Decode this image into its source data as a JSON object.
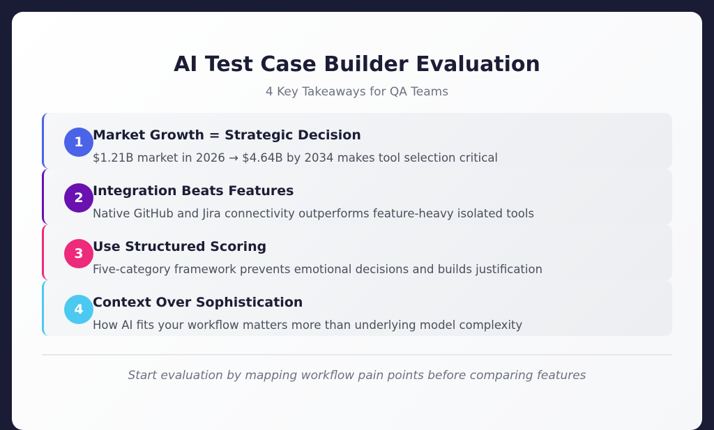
{
  "header": {
    "title": "AI Test Case Builder Evaluation",
    "subtitle": "4 Key Takeaways for QA Teams"
  },
  "takeaways": [
    {
      "number": "1",
      "title": "Market Growth = Strategic Decision",
      "description": "$1.21B market in 2026 → $4.64B by 2034 makes tool selection critical",
      "color": "#4a63e7"
    },
    {
      "number": "2",
      "title": "Integration Beats Features",
      "description": "Native GitHub and Jira connectivity outperforms feature-heavy isolated tools",
      "color": "#6a11b0"
    },
    {
      "number": "3",
      "title": "Use Structured Scoring",
      "description": "Five-category framework prevents emotional decisions and builds justification",
      "color": "#ee2a7b"
    },
    {
      "number": "4",
      "title": "Context Over Sophistication",
      "description": "How AI fits your workflow matters more than underlying model complexity",
      "color": "#4cc9f0"
    }
  ],
  "footer": {
    "note": "Start evaluation by mapping workflow pain points before comparing features"
  }
}
